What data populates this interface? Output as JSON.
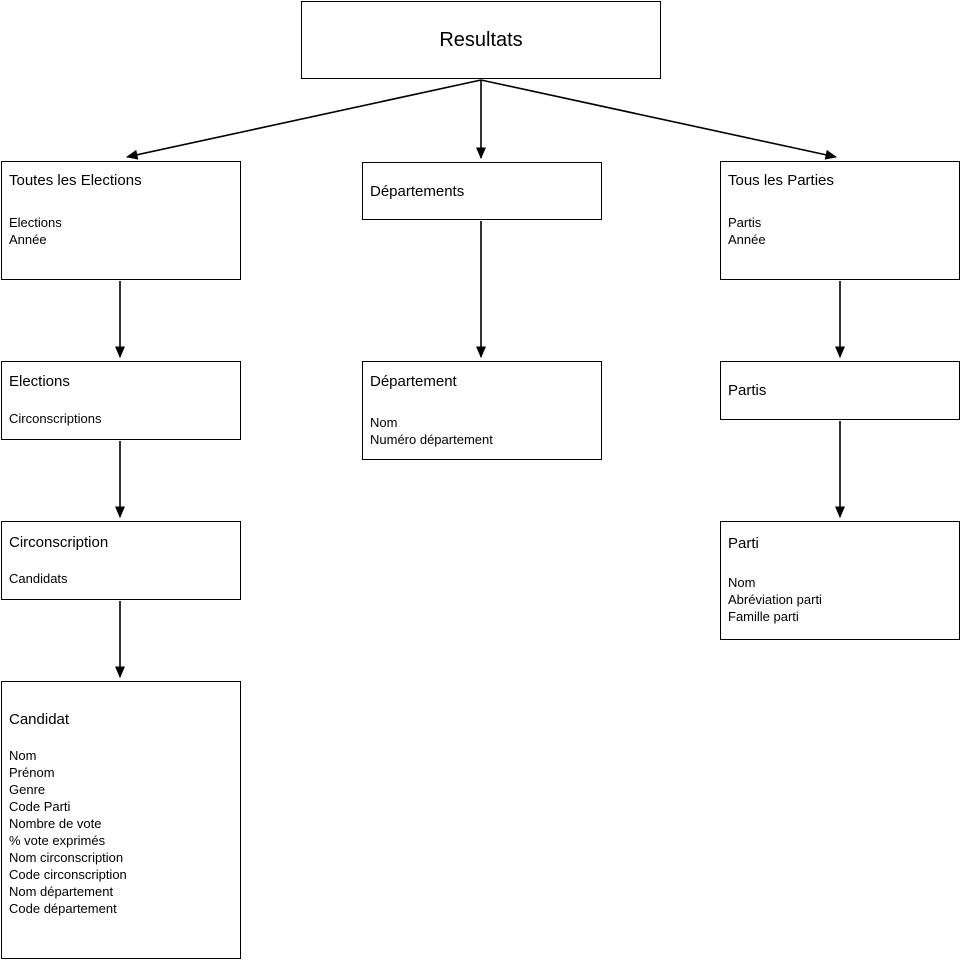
{
  "diagram": {
    "colors": {
      "background": "#ffffff",
      "box_fill": "#ffffff",
      "box_border": "#000000",
      "text": "#000000",
      "arrow": "#000000"
    },
    "boxes": [
      {
        "id": "resultats",
        "title": "Resultats",
        "attrs": []
      },
      {
        "id": "toutes-les-elections",
        "title": "Toutes les Elections",
        "attrs": [
          "Elections",
          "Année"
        ]
      },
      {
        "id": "departements",
        "title": "Départements",
        "attrs": []
      },
      {
        "id": "tous-les-parties",
        "title": "Tous les Parties",
        "attrs": [
          "Partis",
          "Année"
        ]
      },
      {
        "id": "elections",
        "title": "Elections",
        "attrs": [
          "Circonscriptions"
        ]
      },
      {
        "id": "departement",
        "title": "Département",
        "attrs": [
          "Nom",
          "Numéro département"
        ]
      },
      {
        "id": "partis",
        "title": "Partis",
        "attrs": []
      },
      {
        "id": "circonscription",
        "title": "Circonscription",
        "attrs": [
          "Candidats"
        ]
      },
      {
        "id": "parti",
        "title": "Parti",
        "attrs": [
          "Nom",
          "Abréviation parti",
          "Famille parti"
        ]
      },
      {
        "id": "candidat",
        "title": "Candidat",
        "attrs": [
          "Nom",
          "Prénom",
          "Genre",
          "Code Parti",
          "Nombre de vote",
          "% vote exprimés",
          "Nom circonscription",
          "Code circonscription",
          "Nom département",
          "Code département"
        ]
      }
    ],
    "edges": [
      {
        "from": "Resultats",
        "to": "Toutes les Elections"
      },
      {
        "from": "Resultats",
        "to": "Départements"
      },
      {
        "from": "Resultats",
        "to": "Tous les Parties"
      },
      {
        "from": "Toutes les Elections",
        "to": "Elections"
      },
      {
        "from": "Elections",
        "to": "Circonscription"
      },
      {
        "from": "Circonscription",
        "to": "Candidat"
      },
      {
        "from": "Départements",
        "to": "Département"
      },
      {
        "from": "Tous les Parties",
        "to": "Partis"
      },
      {
        "from": "Partis",
        "to": "Parti"
      }
    ]
  }
}
